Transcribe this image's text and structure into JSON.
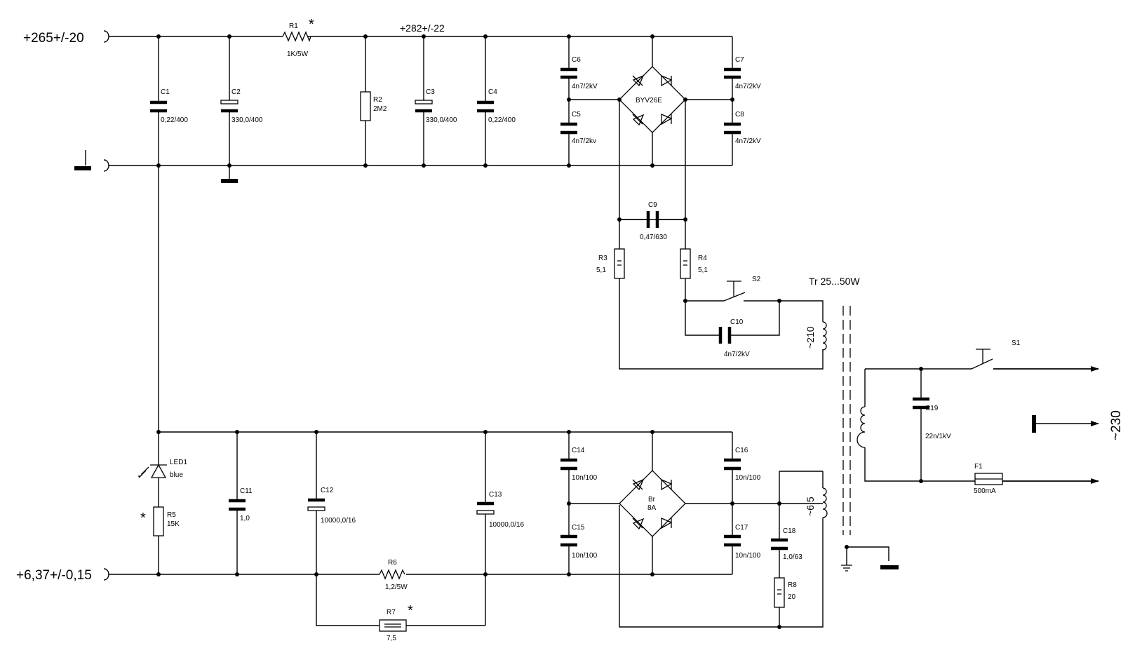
{
  "rails": {
    "hv_in": "+265+/-20",
    "hv_dc": "+282+/-22",
    "lv_out": "+6,37+/-0,15",
    "ac_out": "~230"
  },
  "windings": {
    "primary_left": "~210",
    "secondary_left": "~6,5"
  },
  "transformer": {
    "label": "Tr  25...50W"
  },
  "components": {
    "R1": {
      "ref": "R1",
      "value": "1K/5W",
      "mark": "*"
    },
    "R2": {
      "ref": "R2",
      "value": "2M2"
    },
    "R3": {
      "ref": "R3",
      "value": "5,1"
    },
    "R4": {
      "ref": "R4",
      "value": "5,1"
    },
    "R5": {
      "ref": "R5",
      "value": "15K",
      "mark": "*"
    },
    "R6": {
      "ref": "R6",
      "value": "1,2/5W"
    },
    "R7": {
      "ref": "R7",
      "value": "7,5",
      "mark": "*"
    },
    "R8": {
      "ref": "R8",
      "value": "20"
    },
    "C1": {
      "ref": "C1",
      "value": "0,22/400"
    },
    "C2": {
      "ref": "C2",
      "value": "330,0/400"
    },
    "C3": {
      "ref": "C3",
      "value": "330,0/400"
    },
    "C4": {
      "ref": "C4",
      "value": "0,22/400"
    },
    "C5": {
      "ref": "C5",
      "value": "4n7/2kv"
    },
    "C6": {
      "ref": "C6",
      "value": "4n7/2kV"
    },
    "C7": {
      "ref": "C7",
      "value": "4n7/2kV"
    },
    "C8": {
      "ref": "C8",
      "value": "4n7/2kV"
    },
    "C9": {
      "ref": "C9",
      "value": "0,47/630"
    },
    "C10": {
      "ref": "C10",
      "value": "4n7/2kV"
    },
    "C11": {
      "ref": "C11",
      "value": "1,0"
    },
    "C12": {
      "ref": "C12",
      "value": "10000,0/16"
    },
    "C13": {
      "ref": "C13",
      "value": "10000,0/16"
    },
    "C14": {
      "ref": "C14",
      "value": "10n/100"
    },
    "C15": {
      "ref": "C15",
      "value": "10n/100"
    },
    "C16": {
      "ref": "C16",
      "value": "10n/100"
    },
    "C17": {
      "ref": "C17",
      "value": "10n/100"
    },
    "C18": {
      "ref": "C18",
      "value": "1,0/63"
    },
    "C19": {
      "ref": "C19",
      "value": "22n/1kV"
    },
    "BR1": {
      "value": "BYV26E"
    },
    "BR2": {
      "ref": "Br",
      "value": "8A"
    },
    "LED1": {
      "ref": "LED1",
      "value": "blue"
    },
    "S1": {
      "ref": "S1"
    },
    "S2": {
      "ref": "S2"
    },
    "F1": {
      "ref": "F1",
      "value": "500mA"
    }
  }
}
